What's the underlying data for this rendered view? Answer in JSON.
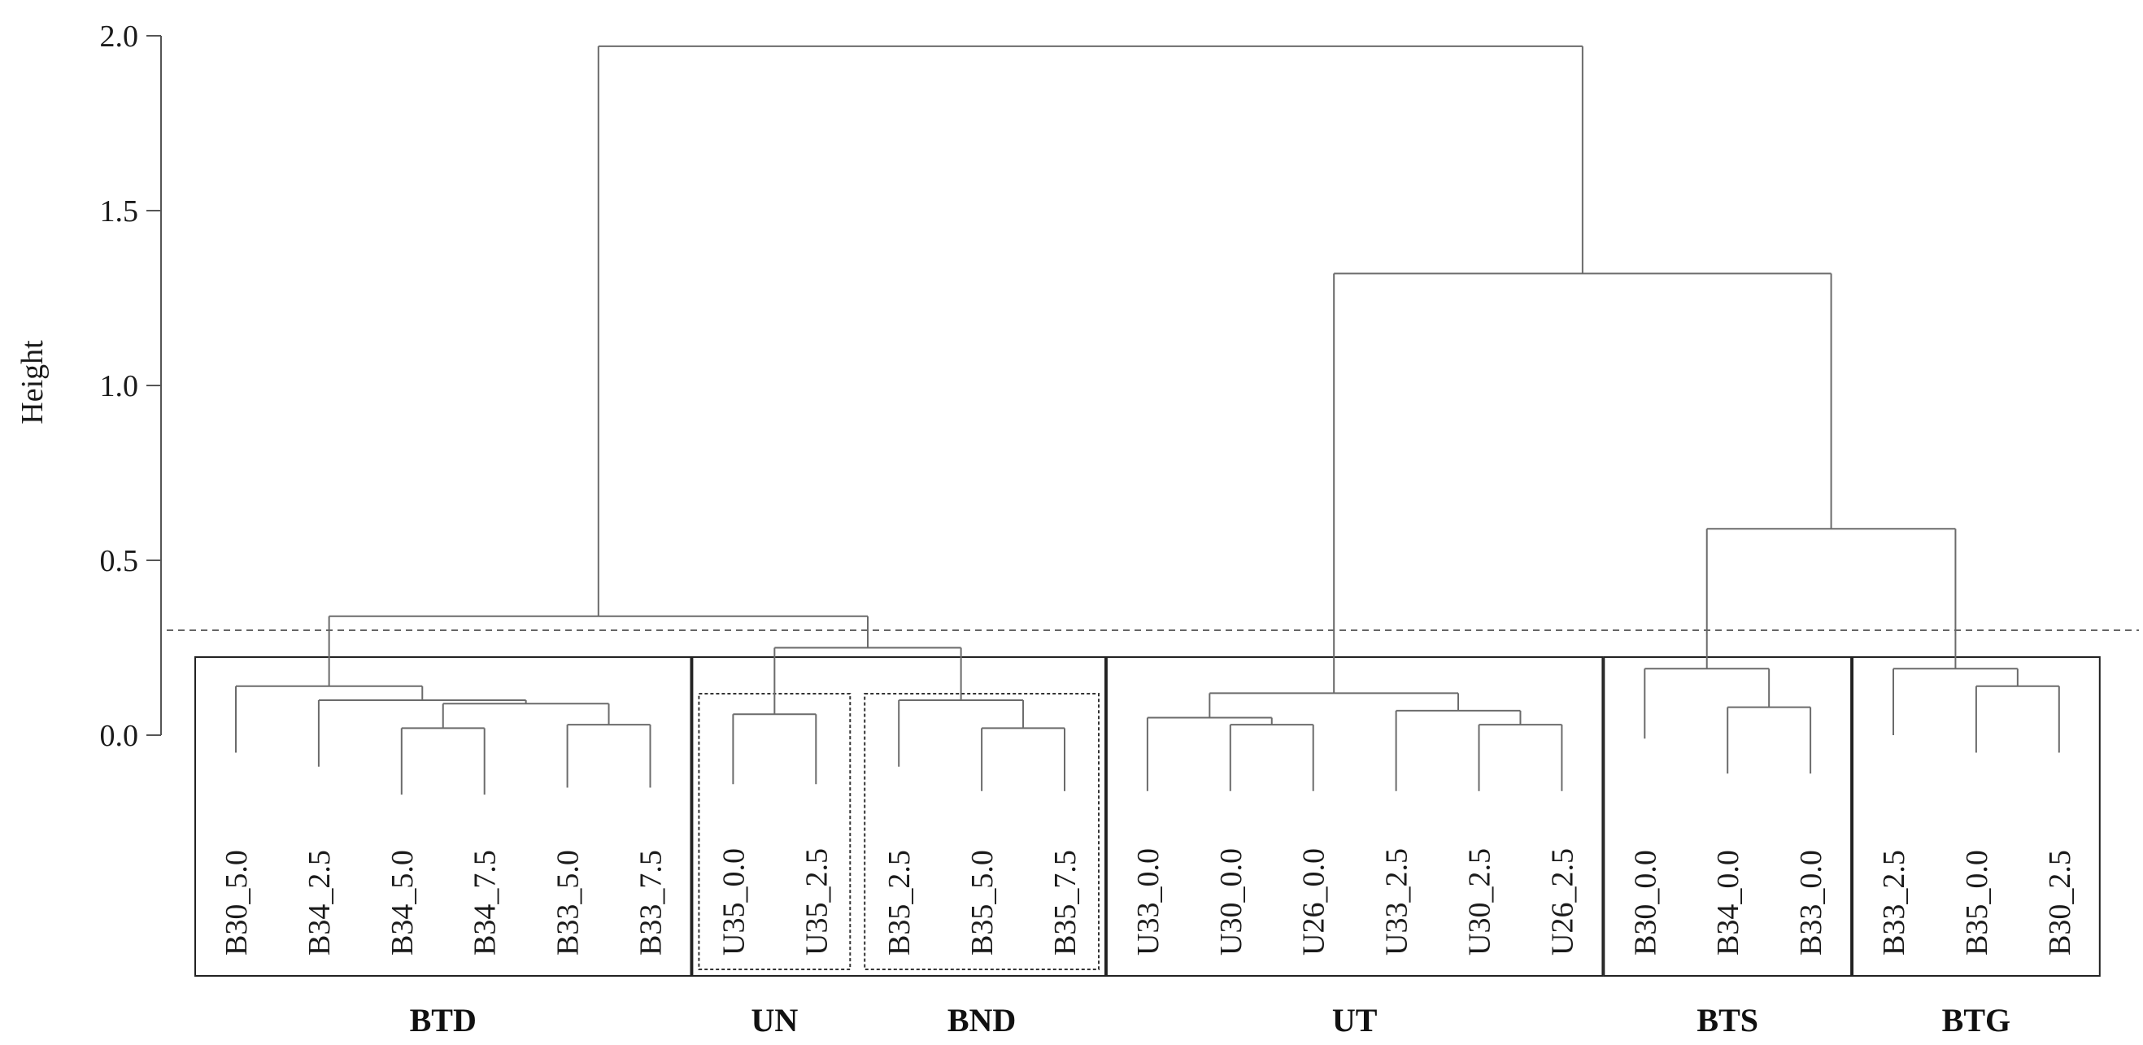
{
  "chart_data": {
    "type": "dendrogram",
    "ylabel": "Height",
    "ylim": [
      0,
      2.0
    ],
    "yticks": [
      "0.0",
      "0.5",
      "1.0",
      "1.5",
      "2.0"
    ],
    "cut_height": 0.3,
    "leaves": [
      "B30_5.0",
      "B34_2.5",
      "B34_5.0",
      "B34_7.5",
      "B33_5.0",
      "B33_7.5",
      "U35_0.0",
      "U35_2.5",
      "B35_2.5",
      "B35_5.0",
      "B35_7.5",
      "U33_0.0",
      "U30_0.0",
      "U26_0.0",
      "U33_2.5",
      "U30_2.5",
      "U26_2.5",
      "B30_0.0",
      "B34_0.0",
      "B33_0.0",
      "B33_2.5",
      "B35_0.0",
      "B30_2.5"
    ],
    "leaf_tip_heights": [
      -0.05,
      -0.09,
      -0.17,
      -0.17,
      -0.15,
      -0.15,
      -0.14,
      -0.14,
      -0.09,
      -0.16,
      -0.16,
      -0.16,
      -0.16,
      -0.16,
      -0.16,
      -0.16,
      -0.16,
      -0.01,
      -0.11,
      -0.11,
      0.0,
      -0.05,
      -0.05
    ],
    "merges": [
      [
        2,
        3,
        0.02
      ],
      [
        4,
        5,
        0.03
      ],
      [
        24,
        23,
        0.09
      ],
      [
        1,
        25,
        0.1
      ],
      [
        0,
        26,
        0.14
      ],
      [
        6,
        7,
        0.06
      ],
      [
        9,
        10,
        0.02
      ],
      [
        8,
        29,
        0.1
      ],
      [
        28,
        30,
        0.25
      ],
      [
        27,
        31,
        0.34
      ],
      [
        12,
        13,
        0.03
      ],
      [
        11,
        33,
        0.05
      ],
      [
        15,
        16,
        0.03
      ],
      [
        14,
        35,
        0.07
      ],
      [
        34,
        36,
        0.12
      ],
      [
        18,
        19,
        0.08
      ],
      [
        17,
        38,
        0.19
      ],
      [
        21,
        22,
        0.14
      ],
      [
        20,
        40,
        0.19
      ],
      [
        39,
        41,
        0.59
      ],
      [
        37,
        42,
        1.32
      ],
      [
        32,
        43,
        1.97
      ]
    ],
    "groups": [
      {
        "label": "BTD",
        "members": [
          "B30_5.0",
          "B34_2.5",
          "B34_5.0",
          "B34_7.5",
          "B33_5.0",
          "B33_7.5"
        ]
      },
      {
        "label": "UN",
        "members": [
          "U35_0.0",
          "U35_2.5"
        ]
      },
      {
        "label": "BND",
        "members": [
          "B35_2.5",
          "B35_5.0",
          "B35_7.5"
        ]
      },
      {
        "label": "UT",
        "members": [
          "U33_0.0",
          "U30_0.0",
          "U26_0.0",
          "U33_2.5",
          "U30_2.5",
          "U26_2.5"
        ]
      },
      {
        "label": "BTS",
        "members": [
          "B30_0.0",
          "B34_0.0",
          "B33_0.0"
        ]
      },
      {
        "label": "BTG",
        "members": [
          "B33_2.5",
          "B35_0.0",
          "B30_2.5"
        ]
      }
    ]
  }
}
